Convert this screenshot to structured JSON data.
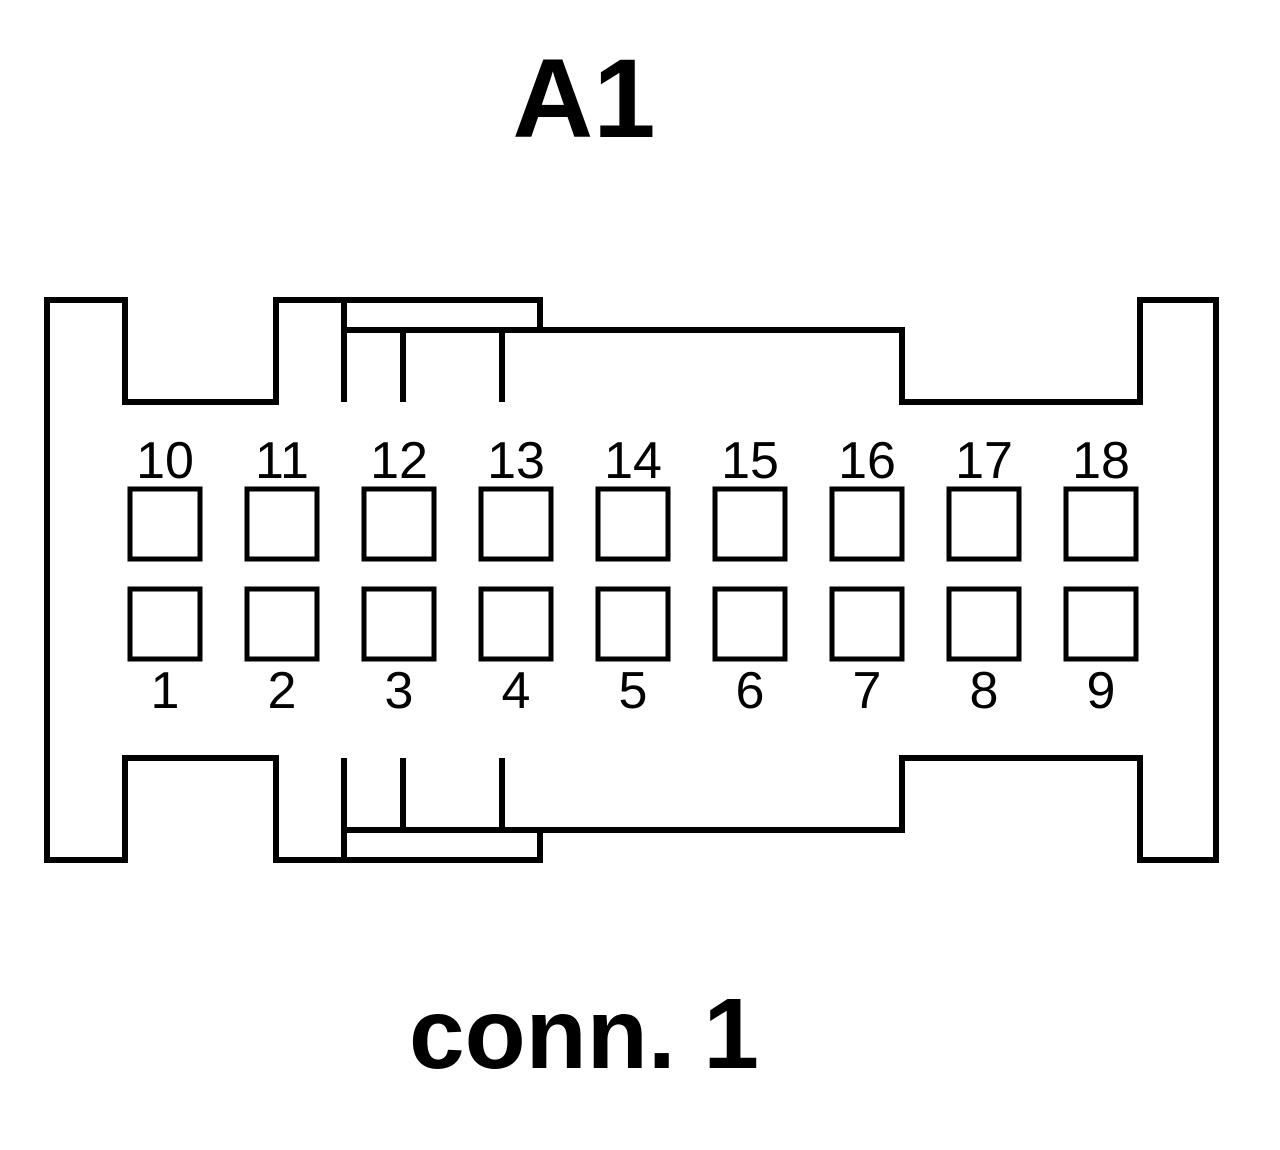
{
  "title": "A1",
  "caption": "conn. 1",
  "pins": {
    "top_row": [
      "10",
      "11",
      "12",
      "13",
      "14",
      "15",
      "16",
      "17",
      "18"
    ],
    "bottom_row": [
      "1",
      "2",
      "3",
      "4",
      "5",
      "6",
      "7",
      "8",
      "9"
    ]
  },
  "colors": {
    "stroke": "#000000",
    "background": "#ffffff"
  }
}
